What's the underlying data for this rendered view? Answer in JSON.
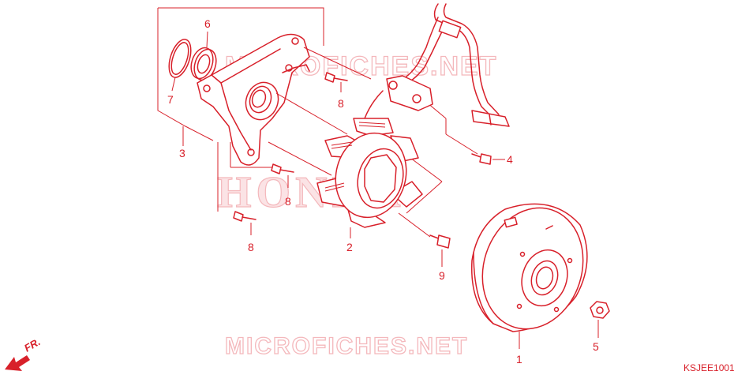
{
  "diagram": {
    "diagram_code": "KSJEE1001",
    "front_marker": "FR.",
    "watermarks": {
      "top": "MICROFICHES.NET",
      "center": "HONDA",
      "bottom": "MICROFICHES.NET"
    },
    "callouts": [
      {
        "id": "part-1",
        "label": "1"
      },
      {
        "id": "part-2",
        "label": "2"
      },
      {
        "id": "part-3",
        "label": "3"
      },
      {
        "id": "part-4",
        "label": "4"
      },
      {
        "id": "part-5",
        "label": "5"
      },
      {
        "id": "part-6",
        "label": "6"
      },
      {
        "id": "part-7",
        "label": "7"
      },
      {
        "id": "part-8a",
        "label": "8"
      },
      {
        "id": "part-8b",
        "label": "8"
      },
      {
        "id": "part-8c",
        "label": "8"
      },
      {
        "id": "part-9",
        "label": "9"
      }
    ],
    "colors": {
      "line": "#d8202a",
      "watermark": "#f4b8bc",
      "background": "#ffffff"
    }
  }
}
